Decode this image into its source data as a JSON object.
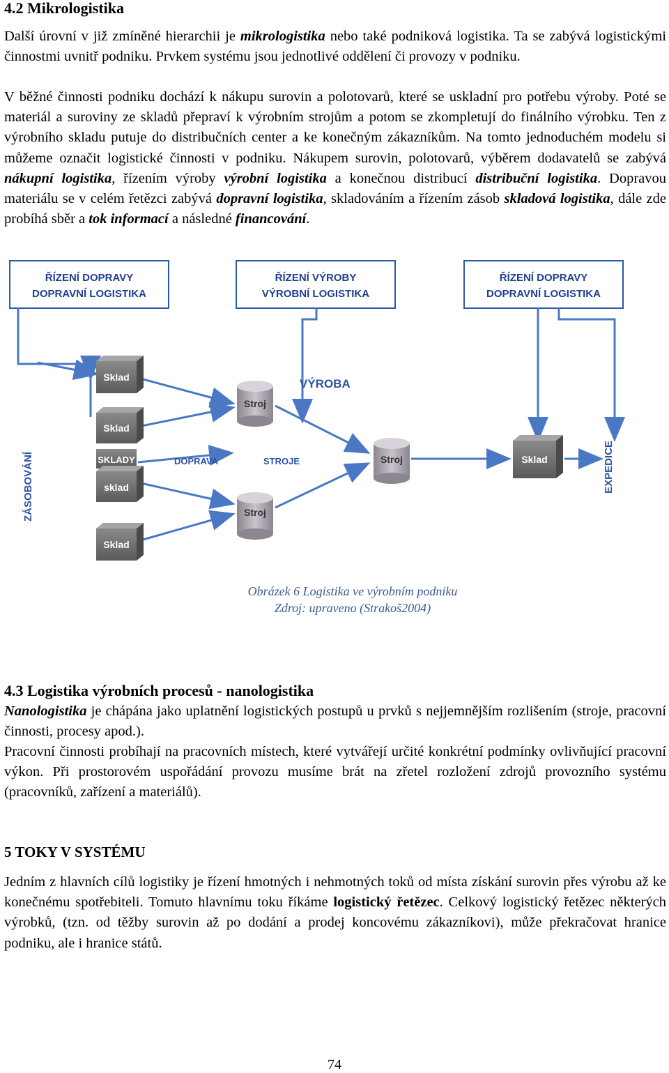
{
  "section_42": {
    "heading": "4.2  Mikrologistika",
    "p1": [
      "Další úrovní v již zmíněné hierarchii je ",
      "mikrologistika",
      " nebo také podniková logistika. Ta se zabývá logistickými činnostmi uvnitř podniku. Prvkem systému jsou jednotlivé oddělení či provozy v podniku."
    ],
    "p2": [
      "V běžné činnosti podniku dochází k nákupu surovin a polotovarů, které se uskladní pro potřebu výroby. Poté se materiál a suroviny ze skladů přepraví k výrobním strojům a potom se zkompletují do finálního výrobku. Ten z výrobního skladu putuje do distribučních center a ke konečným zákazníkům. Na tomto jednoduchém modelu si můžeme označit logistické činnosti v podniku. Nákupem surovin, polotovarů, výběrem dodavatelů se zabývá ",
      "nákupní logistika",
      ", řízením výroby ",
      "výrobní logistika",
      " a konečnou distribucí ",
      "distribuční logistika",
      ". Dopravou materiálu se v celém řetězci zabývá ",
      "dopravní logistika",
      ", skladováním a řízením zásob ",
      "skladová logistika",
      ", dále zde probíhá sběr a ",
      "tok informací",
      " a následné ",
      "financování",
      "."
    ]
  },
  "figure": {
    "box_left": [
      "ŘÍZENÍ DOPRAVY",
      "DOPRAVNÍ LOGISTIKA"
    ],
    "box_middle": [
      "ŘÍZENÍ VÝROBY",
      "VÝROBNÍ LOGISTIKA"
    ],
    "box_right": [
      "ŘÍZENÍ DOPRAVY",
      "DOPRAVNÍ LOGISTIKA"
    ],
    "vertical_left": "ZÁSOBOVÁNÍ",
    "vertical_right": "EXPEDICE",
    "label_vyroba": "VÝROBA",
    "label_doprava": "DOPRAVA",
    "label_stroje": "STROJE",
    "left_stores": [
      "Sklad",
      "Sklad",
      "SKLADY",
      "sklad",
      "Sklad"
    ],
    "machines": [
      "Stroj",
      "Stroj",
      "Stroj"
    ],
    "right_store": "Sklad",
    "caption_line1": "Obrázek 6 Logistika ve výrobním podniku",
    "caption_line2": "Zdroj: upraveno (Strakoš2004)",
    "colors": {
      "box_text": "#1f3f8f",
      "box_border": "#2a5aa8",
      "arrow": "#4a78c4",
      "label": "#2b52a4",
      "store": "#6e6e6e",
      "cylinder": "#a8a2ac"
    }
  },
  "section_43": {
    "heading": "4.3  Logistika výrobních procesů - nanologistika",
    "p1": [
      "Nanologistika",
      " je chápána jako uplatnění logistických postupů u prvků s nejjemnějším rozlišením (stroje, pracovní činnosti, procesy apod.)."
    ],
    "p2": "Pracovní činnosti probíhají na pracovních místech, které vytvářejí určité konkrétní podmínky ovlivňující pracovní výkon. Při prostorovém uspořádání provozu musíme brát na zřetel rozložení zdrojů provozního systému (pracovníků, zařízení a materiálů)."
  },
  "section_5": {
    "heading": "5  TOKY V SYSTÉMU",
    "p1": [
      "Jedním z hlavních cílů logistiky je řízení hmotných i nehmotných toků od místa získání surovin přes výrobu až ke konečnému spotřebiteli. Tomuto hlavnímu toku říkáme ",
      "logistický řetězec",
      ". Celkový logistický řetězec některých výrobků, (tzn. od těžby surovin až po dodání a prodej koncovému zákazníkovi), může překračovat hranice podniku, ale i hranice států."
    ]
  },
  "page_number": "74"
}
